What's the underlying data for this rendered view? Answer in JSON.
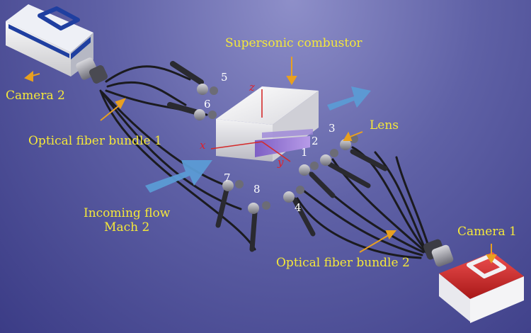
{
  "labels": {
    "supersonic_combustor": "Supersonic combustor",
    "camera2": "Camera 2",
    "camera1": "Camera 1",
    "optical_fiber_bundle1": "Optical fiber bundle 1",
    "optical_fiber_bundle2": "Optical fiber bundle 2",
    "lens": "Lens",
    "incoming_flow_line1": "Incoming flow",
    "incoming_flow_line2": "Mach 2"
  },
  "axes": {
    "x": "x",
    "y": "y",
    "z": "z"
  },
  "lens_numbers": [
    "1",
    "2",
    "3",
    "4",
    "5",
    "6",
    "7",
    "8"
  ],
  "colors": {
    "label_text": "#f5e83a",
    "axis_text": "#e0202a",
    "flow_arrow": "#5b9bd5",
    "camera2_accent": "#1f3fa0",
    "camera1_accent": "#d42a2a"
  }
}
